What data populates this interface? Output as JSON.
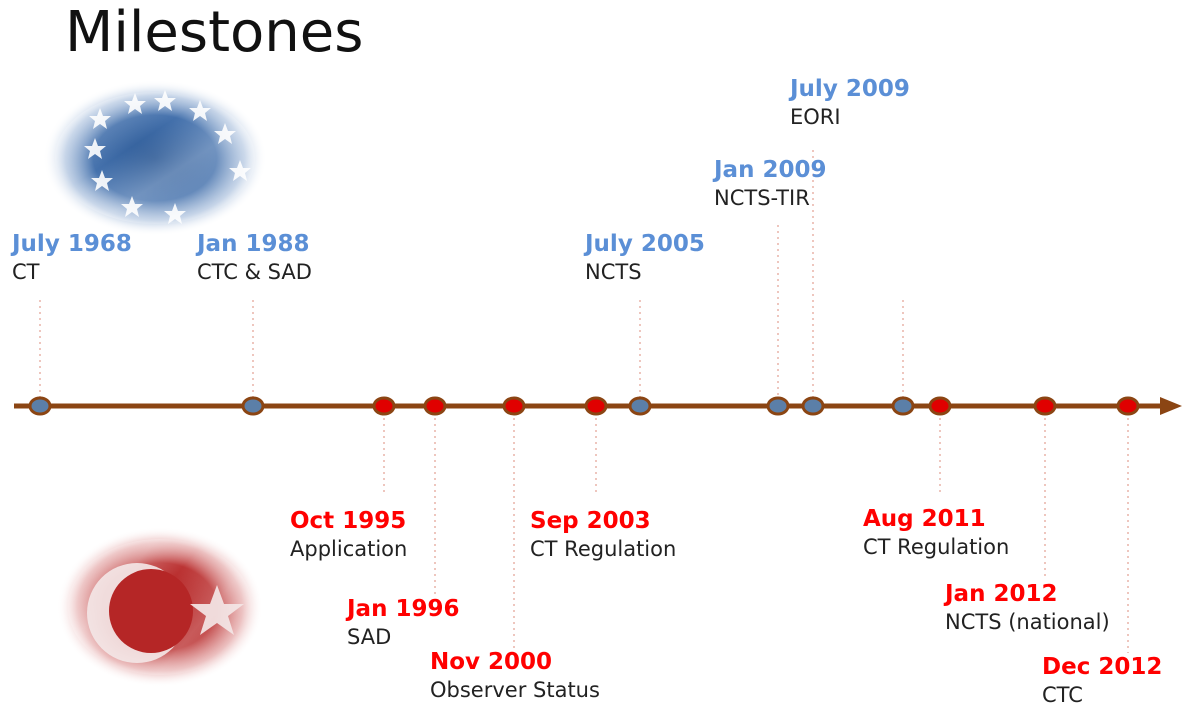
{
  "title": "Milestones",
  "colors": {
    "axis": "#8b4513",
    "eu_date": "#5b8fd6",
    "tr_date": "#ff0000",
    "eu_marker": "#5b7fa8",
    "tr_marker": "#e00000",
    "connector": "#e8b4a8"
  },
  "flags": {
    "top": "eu-flag-icon",
    "bottom": "turkey-flag-icon"
  },
  "events_top": [
    {
      "date": "July 1968",
      "event": "CT"
    },
    {
      "date": "Jan 1988",
      "event": "CTC & SAD"
    },
    {
      "date": "July 2005",
      "event": "NCTS"
    },
    {
      "date": "Jan 2009",
      "event": "NCTS-TIR"
    },
    {
      "date": "July 2009",
      "event": "EORI"
    }
  ],
  "events_bottom": [
    {
      "date": "Oct 1995",
      "event": "Application"
    },
    {
      "date": "Jan 1996",
      "event": "SAD"
    },
    {
      "date": "Nov 2000",
      "event": "Observer Status"
    },
    {
      "date": "Sep 2003",
      "event": "CT Regulation"
    },
    {
      "date": "Aug 2011",
      "event": "CT Regulation"
    },
    {
      "date": "Jan 2012",
      "event": "NCTS (national)"
    },
    {
      "date": "Dec 2012",
      "event": "CTC"
    }
  ]
}
